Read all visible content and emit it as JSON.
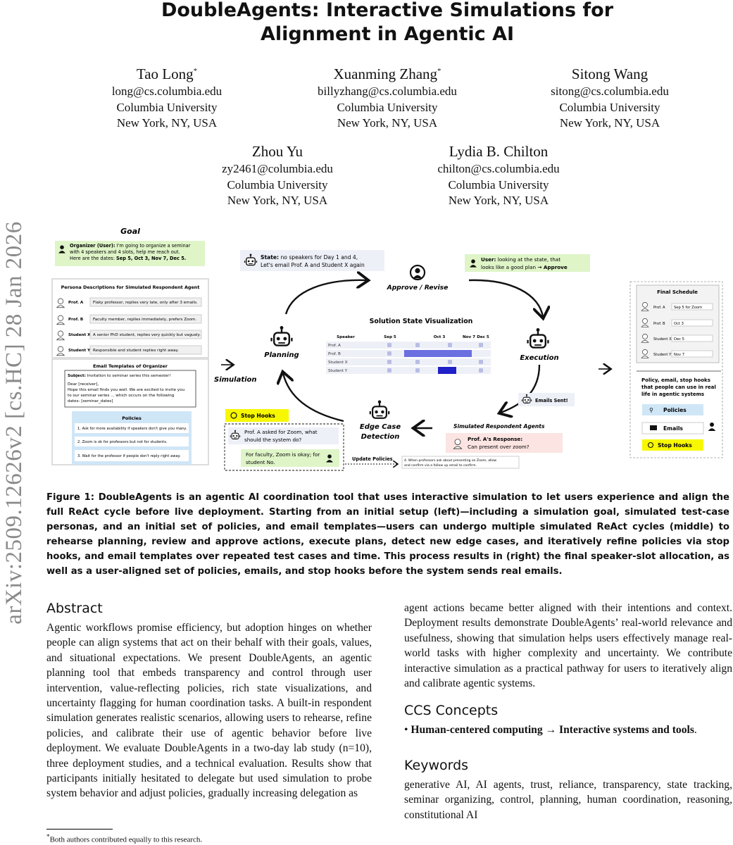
{
  "arxiv_id": "arXiv:2509.12626v2  [cs.HC]  28 Jan 2026",
  "title_line1": "DoubleAgents: Interactive Simulations for",
  "title_line2": "Alignment in Agentic AI",
  "authors": [
    {
      "name": "Tao Long",
      "mark": "*",
      "email": "long@cs.columbia.edu",
      "affiliation": "Columbia University",
      "location": "New York, NY, USA"
    },
    {
      "name": "Xuanming Zhang",
      "mark": "*",
      "email": "billyzhang@cs.columbia.edu",
      "affiliation": "Columbia University",
      "location": "New York, NY, USA"
    },
    {
      "name": "Sitong Wang",
      "mark": "",
      "email": "sitong@cs.columbia.edu",
      "affiliation": "Columbia University",
      "location": "New York, NY, USA"
    },
    {
      "name": "Zhou Yu",
      "mark": "",
      "email": "zy2461@columbia.edu",
      "affiliation": "Columbia University",
      "location": "New York, NY, USA"
    },
    {
      "name": "Lydia B. Chilton",
      "mark": "",
      "email": "chilton@cs.columbia.edu",
      "affiliation": "Columbia University",
      "location": "New York, NY, USA"
    }
  ],
  "figure": {
    "goal_label": "Goal",
    "goal_line1_bold": "Organizer (User):",
    "goal_line1": " I'm going to organize a seminar",
    "goal_line2": "with 4 speakers and 4 slots, help me reach out.",
    "goal_line3": "Here are the dates:",
    "goal_dates": "Sep 5, Oct 3, Nov 7, Dec 5.",
    "persona_title": "Persona Descriptions for Simulated Respondent Agent",
    "personas": [
      {
        "who": "Prof. A",
        "desc": "Flaky professor, replies very late, only after 3 emails."
      },
      {
        "who": "Prof. B",
        "desc": "Faculty member, replies immediately, prefers Zoom."
      },
      {
        "who": "Student X",
        "desc": "A senior PhD student, replies very quickly but vaguely."
      },
      {
        "who": "Student Y",
        "desc": "Responsible and student replies right away."
      }
    ],
    "templates_title": "Email Templates of Organizer",
    "template_subject_bold": "Subject:",
    "template_subject": " Invitation to seminar series this semester!",
    "template_line1": "Dear [receiver],",
    "template_line2": "Hope this email finds you well. We are excited to invite you",
    "template_line3": "to our seminar series ... which occurs on the following",
    "template_line4": "dates: [seminar_dates]",
    "policies_title": "Policies",
    "policies": [
      "1. Ask for more availability if speakers don't give you many.",
      "2. Zoom is ok for professors but not for students.",
      "3. Wait for the professor if people don't reply right away."
    ],
    "simulation_label": "Simulation",
    "state_bold": "State:",
    "state_line1": " no speakers for Day 1 and 4,",
    "state_line2": "Let's email Prof. A and Student X again",
    "user_bold": "User:",
    "user_line1": " looking at the state, that",
    "user_line2": "looks like a good plan",
    "user_approve": "Approve",
    "approve_revise": "Approve / Revise",
    "planning": "Planning",
    "execution": "Execution",
    "edge_line1": "Edge Case",
    "edge_line2": "Detection",
    "ssv_title": "Solution State Visualization",
    "ssv_headers": [
      "Speaker",
      "Sep 5",
      "Oct 3",
      "Nov 7",
      "Dec 5"
    ],
    "ssv_rows": [
      "Prof. A",
      "Prof. B",
      "Student X",
      "Student Y"
    ],
    "emails_sent": "Emails Sent!",
    "sim_agents_title": "Simulated Respondent Agents",
    "response_bold": "Prof. A's Response:",
    "response_text": "Can present over zoom?",
    "stop_hooks": "Stop Hooks",
    "stop_q1": "Prof. A asked for Zoom, what",
    "stop_q2": "should the system do?",
    "stop_a1": "For faculty, Zoom is okay; for",
    "stop_a2": "student No.",
    "update_policies": "Update Policies",
    "new_policy_line1": "4. When professors ask about presenting on Zoom, allow",
    "new_policy_line2": "and confirm via a follow up email to confirm.",
    "final_title": "Final Schedule",
    "final_rows": [
      {
        "who": "Prof. A",
        "date": "Sep 5 for Zoom"
      },
      {
        "who": "Prof. B",
        "date": "Oct 3"
      },
      {
        "who": "Student X",
        "date": "Dec 5"
      },
      {
        "who": "Student Y",
        "date": "Nov 7"
      }
    ],
    "final_text1": "Policy, email, stop hooks",
    "final_text2": "that people can use in real",
    "final_text3": "life in agentic systems",
    "final_btn_policies": "Policies",
    "final_btn_emails": "Emails",
    "final_btn_stop": "Stop Hooks"
  },
  "caption": "Figure 1: DoubleAgents is an agentic AI coordination tool that uses interactive simulation to let users experience and align the full ReAct cycle before live deployment. Starting from an initial setup (left)—including a simulation goal, simulated test-case personas, and an initial set of policies, and email templates—users can undergo multiple simulated ReAct cycles (middle) to rehearse planning, review and approve actions, execute plans, detect new edge cases, and iteratively refine policies via stop hooks, and email templates over repeated test cases and time. This process results in (right) the final speaker-slot allocation, as well as a user-aligned set of policies, emails, and stop hooks before the system sends real emails.",
  "abstract_heading": "Abstract",
  "abstract_left": "Agentic workflows promise efficiency, but adoption hinges on whether people can align systems that act on their behalf with their goals, values, and situational expectations. We present DoubleAgents, an agentic planning tool that embeds transparency and control through user intervention, value-reflecting policies, rich state visualizations, and uncertainty flagging for human coordination tasks. A built-in respondent simulation generates realistic scenarios, allowing users to rehearse, refine policies, and calibrate their use of agentic behavior before live deployment. We evaluate DoubleAgents in a two-day lab study (n=10), three deployment studies, and a technical evaluation. Results show that participants initially hesitated to delegate but used simulation to probe system behavior and adjust policies, gradually increasing delegation as",
  "abstract_right": "agent actions became better aligned with their intentions and context. Deployment results demonstrate DoubleAgents’ real-world relevance and usefulness, showing that simulation helps users effectively manage real-world tasks with higher complexity and uncertainty. We contribute interactive simulation as a practical pathway for users to iteratively align and calibrate agentic systems.",
  "ccs_heading": "CCS Concepts",
  "ccs_bullet": "•",
  "ccs_text": "Human-centered computing → Interactive systems and tools",
  "ccs_end": ".",
  "keywords_heading": "Keywords",
  "keywords_text": "generative AI, AI agents, trust, reliance, transparency, state tracking, seminar organizing, control, planning, human coordination, reasoning, constitutional AI",
  "footnote_mark": "*",
  "footnote_text": "Both authors contributed equally to this research."
}
